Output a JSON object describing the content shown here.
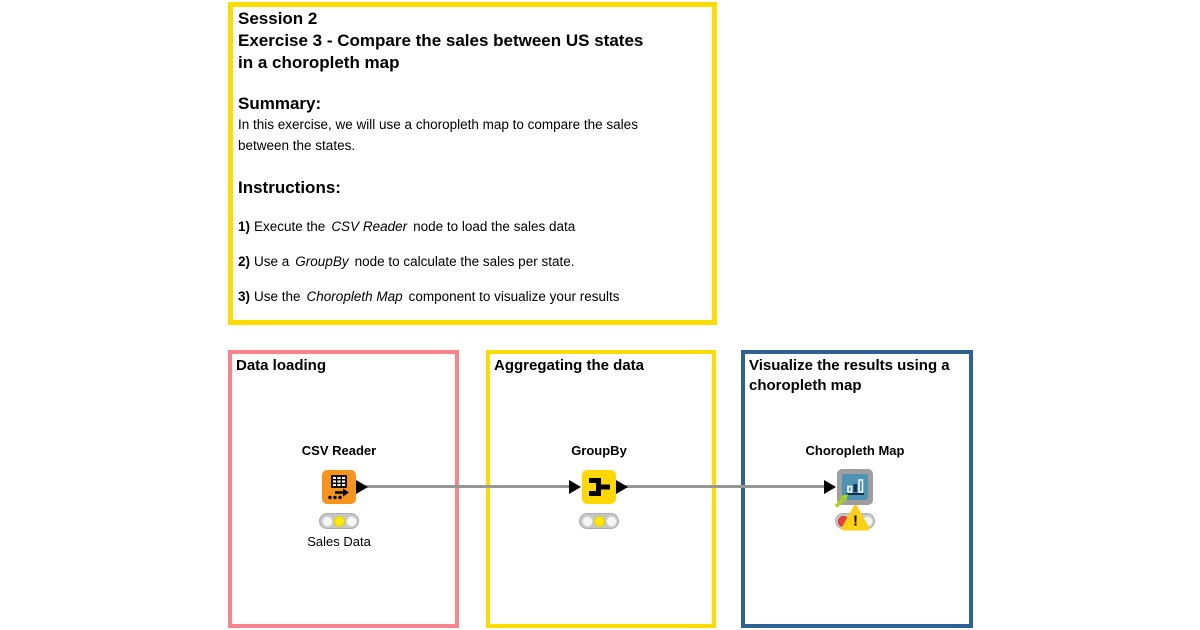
{
  "annotation": {
    "title_line1": "Session 2",
    "title_line2": "Exercise 3 - Compare the sales between US states",
    "title_line3": "in a choropleth map",
    "summary_heading": "Summary:",
    "summary_line1": "In this exercise, we will use a choropleth map to compare the sales",
    "summary_line2": "between the states.",
    "instructions_heading": "Instructions:",
    "instructions": [
      {
        "num": "1)",
        "pre": "Execute the",
        "em": "CSV Reader",
        "post": "node to load the sales data"
      },
      {
        "num": "2)",
        "pre": "Use a",
        "em": "GroupBy",
        "post": "node to calculate the sales per state."
      },
      {
        "num": "3)",
        "pre": "Use the",
        "em": "Choropleth Map",
        "post": "component to visualize your results"
      }
    ]
  },
  "groups": [
    {
      "title": "Data loading",
      "border_color": "#F9848B"
    },
    {
      "title": "Aggregating the data",
      "border_color": "#FFDC00"
    },
    {
      "title": "Visualize the results using a choropleth map",
      "border_color": "#2E6195"
    }
  ],
  "workflow": {
    "nodes": [
      {
        "label": "CSV Reader",
        "annotation": "Sales Data",
        "status": "configured",
        "icon": "table-reader-icon",
        "color": "#F7941E"
      },
      {
        "label": "GroupBy",
        "status": "configured",
        "icon": "groupby-merge-icon",
        "color": "#FFD800"
      },
      {
        "label": "Choropleth Map",
        "status": "error-warning",
        "icon": "bar-chart-component-icon",
        "color": "#4E93B5"
      }
    ]
  },
  "colors": {
    "annotation_border": "#FFDC00",
    "connector": "#979797",
    "status_yellow": "#FFEB00",
    "status_red": "#E8403A",
    "warning_triangle": "#FFD017",
    "component_frame": "#9E9E9E",
    "component_link_arrow": "#A8D411"
  }
}
